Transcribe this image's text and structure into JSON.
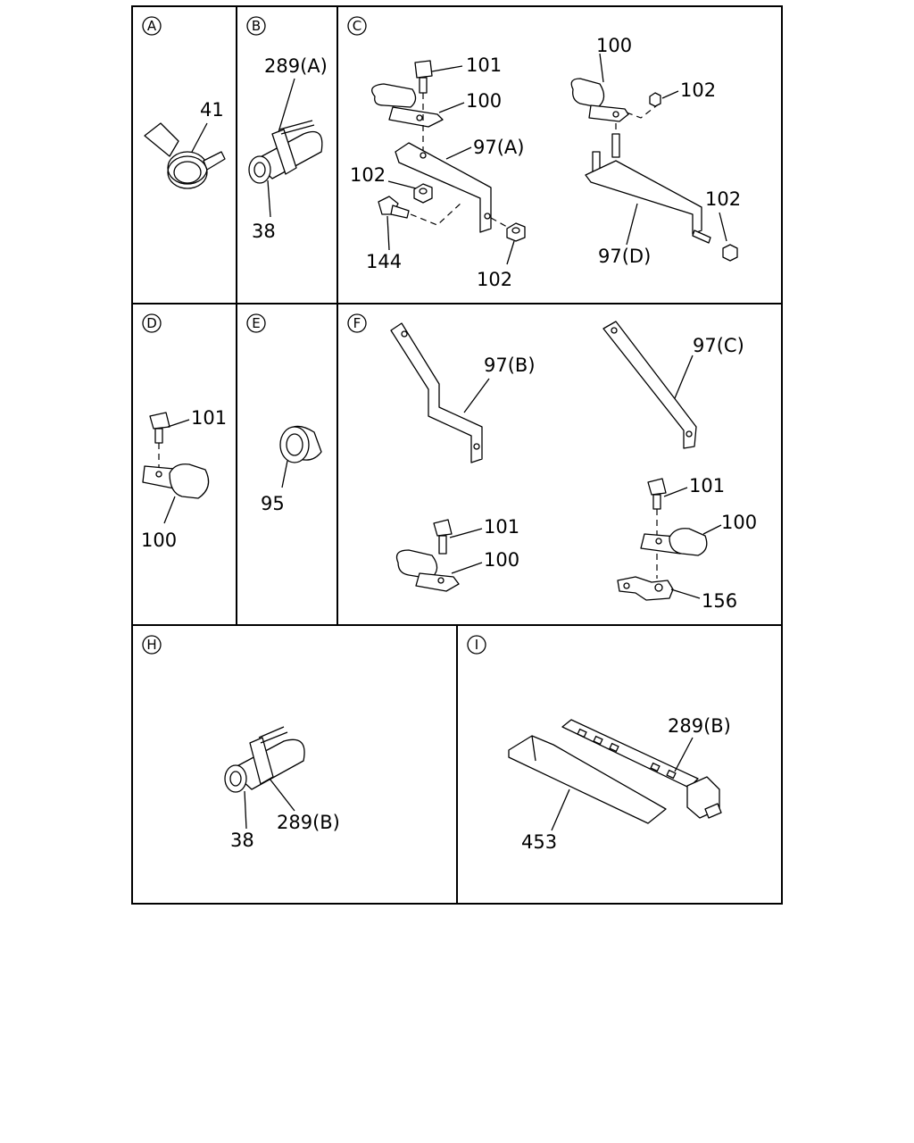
{
  "panels": {
    "A": {
      "letter": "A",
      "labels": [
        "41"
      ]
    },
    "B": {
      "letter": "B",
      "labels": [
        "289(A)",
        "38"
      ]
    },
    "C": {
      "letter": "C",
      "labels": [
        "101",
        "100",
        "97(A)",
        "102",
        "144",
        "102",
        "100",
        "102",
        "102",
        "97(D)"
      ]
    },
    "D": {
      "letter": "D",
      "labels": [
        "101",
        "100"
      ]
    },
    "E": {
      "letter": "E",
      "labels": [
        "95"
      ]
    },
    "F": {
      "letter": "F",
      "labels": [
        "97(B)",
        "97(C)",
        "101",
        "100",
        "101",
        "100",
        "156"
      ]
    },
    "H": {
      "letter": "H",
      "labels": [
        "38",
        "289(B)"
      ]
    },
    "I": {
      "letter": "I",
      "labels": [
        "289(B)",
        "453"
      ]
    }
  }
}
